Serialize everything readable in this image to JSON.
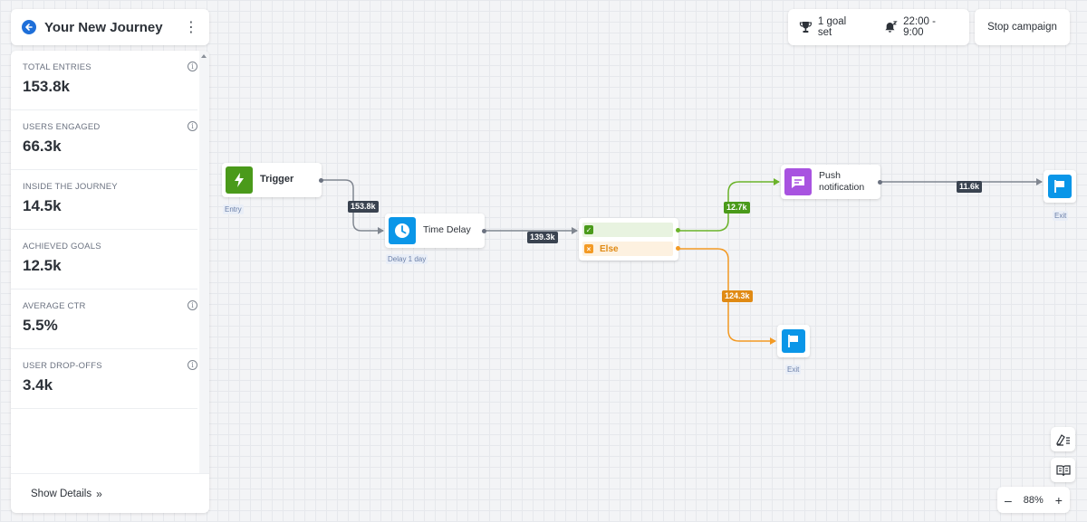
{
  "header": {
    "title": "Your New Journey"
  },
  "stats": [
    {
      "label": "TOTAL ENTRIES",
      "value": "153.8k",
      "info": true
    },
    {
      "label": "USERS ENGAGED",
      "value": "66.3k",
      "info": true
    },
    {
      "label": "INSIDE THE JOURNEY",
      "value": "14.5k",
      "info": false
    },
    {
      "label": "ACHIEVED GOALS",
      "value": "12.5k",
      "info": false
    },
    {
      "label": "AVERAGE CTR",
      "value": "5.5%",
      "info": true
    },
    {
      "label": "USER DROP-OFFS",
      "value": "3.4k",
      "info": true
    }
  ],
  "show_details": {
    "label": "Show Details",
    "chevron": "»"
  },
  "topbar": {
    "goals": "1 goal set",
    "quiet_hours": "22:00 - 9:00",
    "stop": "Stop campaign"
  },
  "nodes": {
    "trigger": {
      "label": "Trigger",
      "sublabel": "Entry"
    },
    "delay": {
      "label": "Time Delay",
      "sublabel": "Delay 1 day"
    },
    "condition": {
      "else_label": "Else"
    },
    "push": {
      "label_line1": "Push",
      "label_line2": "notification"
    },
    "exit_top": {
      "sublabel": "Exit"
    },
    "exit_bottom": {
      "sublabel": "Exit"
    }
  },
  "edges": {
    "trigger_delay": "153.8k",
    "delay_condition": "139.3k",
    "yes_push": "12.7k",
    "else_exit": "124.3k",
    "push_exit": "11.6k"
  },
  "zoom": {
    "value": "88%",
    "minus": "–",
    "plus": "+"
  },
  "colors": {
    "trigger": "#4a9a1a",
    "delay": "#0a96e8",
    "push": "#a853e0",
    "yes": "#6bb32a",
    "else": "#f39a24",
    "edge": "#808690",
    "badge_dark": "#3a4350"
  }
}
